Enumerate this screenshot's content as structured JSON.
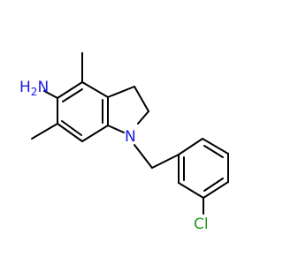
{
  "molecule": {
    "atoms": {
      "amine": {
        "element": "N",
        "label": "H2N"
      },
      "ring_nitrogen": {
        "element": "N",
        "label": "N"
      },
      "chlorine": {
        "element": "Cl",
        "label": "Cl"
      }
    },
    "colors": {
      "bond": "#000000",
      "nitrogen": "#1a1ae6",
      "chlorine": "#1f9a1f",
      "background": "#ffffff"
    }
  }
}
